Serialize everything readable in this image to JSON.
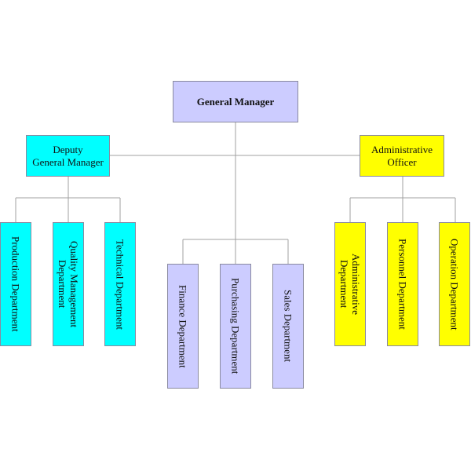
{
  "colors": {
    "purple": "#ccccff",
    "cyan": "#00ffff",
    "yellow": "#ffff00",
    "line": "#a0a0a0",
    "border": "#8a8aa0"
  },
  "nodes": {
    "general_manager": "General Manager",
    "deputy_general_manager": "Deputy\nGeneral Manager",
    "administrative_officer": "Administrative\nOfficer",
    "production_department": "Production Department",
    "quality_management_department": "Quality Management Department",
    "technical_department": "Technical  Department",
    "finance_department": "Finance  Department",
    "purchasing_department": "Purchasing  Department",
    "sales_department": "Sales  Department",
    "administrative_department": "Administrative Department",
    "personnel_department": "Personnel  Department",
    "operation_department": "Operation  Department"
  }
}
